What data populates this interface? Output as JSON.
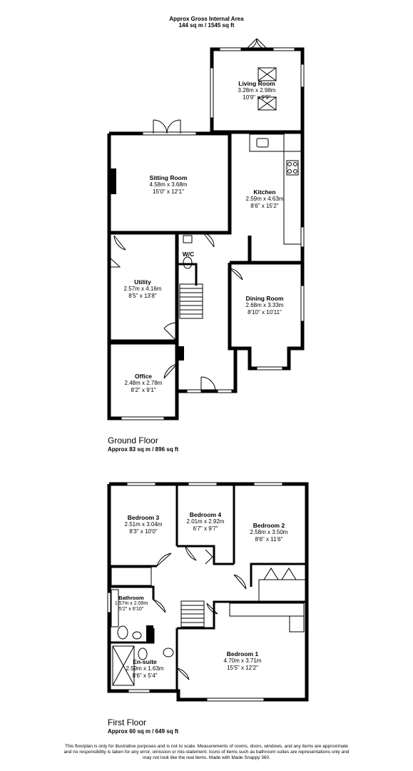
{
  "header": {
    "line1": "Approx Gross Internal Area",
    "line2": "144 sq m / 1545 sq ft"
  },
  "ground_floor": {
    "title": "Ground Floor",
    "area": "Approx 83 sq m / 896 sq ft",
    "rooms": {
      "living_room": {
        "name": "Living Room",
        "metric": "3.28m x 2.98m",
        "imperial": "10'9\" x 9'9\""
      },
      "sitting_room": {
        "name": "Sitting Room",
        "metric": "4.58m x 3.68m",
        "imperial": "15'0\" x 12'1\""
      },
      "kitchen": {
        "name": "Kitchen",
        "metric": "2.59m x 4.63m",
        "imperial": "8'6\" x 15'2\""
      },
      "wc": {
        "name": "W/C"
      },
      "utility": {
        "name": "Utility",
        "metric": "2.57m x 4.16m",
        "imperial": "8'5\" x 13'8\""
      },
      "dining_room": {
        "name": "Dining Room",
        "metric": "2.68m x 3.33m",
        "imperial": "8'10\" x 10'11\""
      },
      "office": {
        "name": "Office",
        "metric": "2.48m x 2.78m",
        "imperial": "8'2\" x 9'1\""
      }
    }
  },
  "first_floor": {
    "title": "First Floor",
    "area": "Approx 60 sq m / 649 sq ft",
    "rooms": {
      "bedroom3": {
        "name": "Bedroom 3",
        "metric": "2.51m x 3.04m",
        "imperial": "8'3\" x 10'0\""
      },
      "bedroom4": {
        "name": "Bedroom 4",
        "metric": "2.01m x 2.92m",
        "imperial": "6'7\" x 9'7\""
      },
      "bedroom2": {
        "name": "Bedroom 2",
        "metric": "2.58m x 3.50m",
        "imperial": "8'6\" x 11'6\""
      },
      "bathroom": {
        "name": "Bathroom",
        "metric": "1.57m x 2.09m",
        "imperial": "5'2\" x 6'10\""
      },
      "bedroom1": {
        "name": "Bedroom 1",
        "metric": "4.70m x 3.71m",
        "imperial": "15'5\" x 12'2\""
      },
      "ensuite": {
        "name": "En-suite",
        "metric": "2.59m x 1.63m",
        "imperial": "8'6\" x 5'4\""
      }
    }
  },
  "footer": {
    "line1": "This floorplan is only for illustrative purposes and is not to scale. Measurements of rooms, doors, windows, and any items are approximate",
    "line2": "and no responsibility is taken for any error, omission or mis-statement. Icons of items such as bathroom suites are representations only and",
    "line3": "may not look like the real items. Made with Made Snappy 360."
  }
}
